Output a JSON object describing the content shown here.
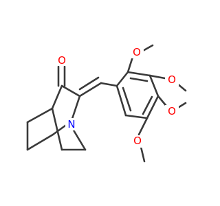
{
  "molecule": {
    "colors": {
      "bond": "#3a3a3a",
      "oxygen": "#ff0000",
      "nitrogen": "#0000ff",
      "background": "#ffffff"
    },
    "atoms": {
      "o_ketone": "O",
      "n_bridgehead": "N",
      "o_methoxy_top": "O",
      "o_methoxy_bottom": "O",
      "o_dioxole_1": "O",
      "o_dioxole_2": "O"
    }
  }
}
